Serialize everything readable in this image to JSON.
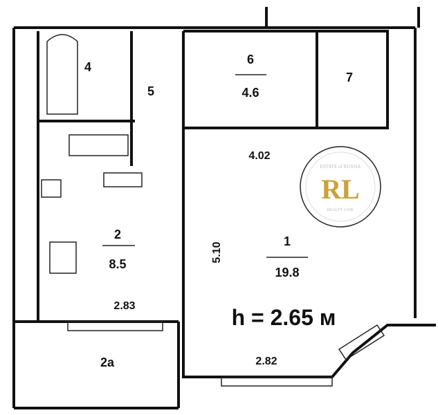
{
  "rooms": {
    "r1": {
      "number": "1",
      "area": "19.8",
      "width": "4.02",
      "length": "5.10",
      "bottom": "2.82"
    },
    "r2": {
      "number": "2",
      "area": "8.5",
      "width": "2.83"
    },
    "r2a": {
      "number": "2а"
    },
    "r4": {
      "number": "4"
    },
    "r5": {
      "number": "5"
    },
    "r6": {
      "number": "6",
      "area": "4.6"
    },
    "r7": {
      "number": "7"
    }
  },
  "ceiling_height": "h = 2.65 м",
  "logo": {
    "top": "ESTATE of RUSSIA",
    "mark": "RL",
    "bottom": "REALTY LINK",
    "color": "#c9a23a"
  }
}
